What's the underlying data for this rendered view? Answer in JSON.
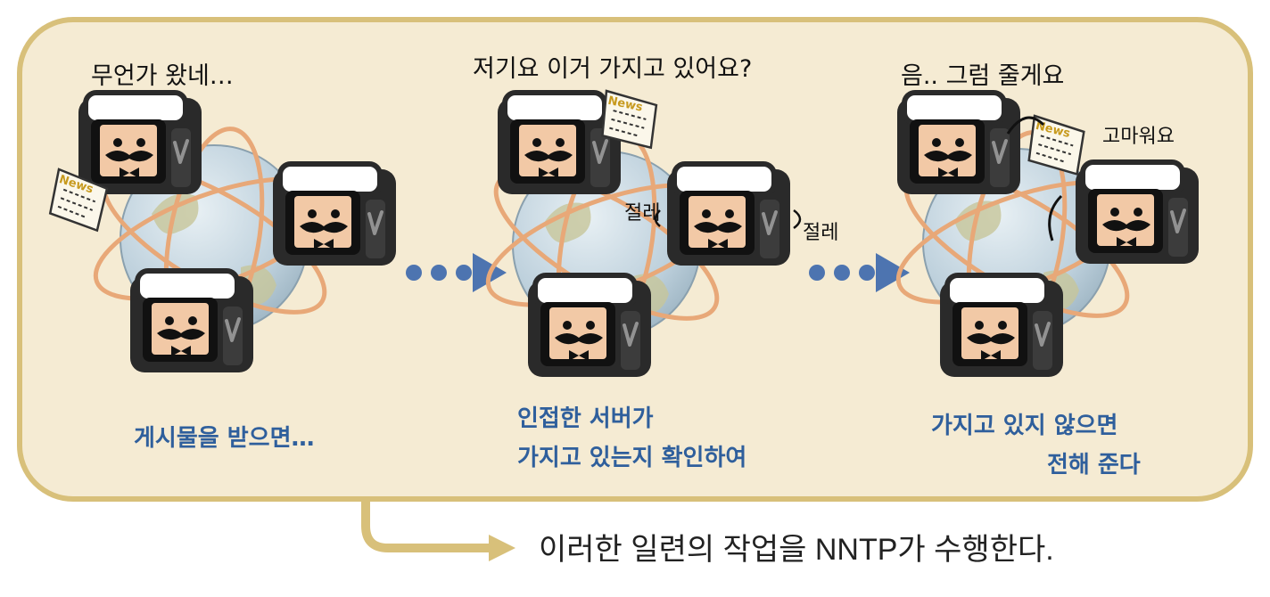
{
  "colors": {
    "panel_fill": "#f5ebd3",
    "panel_border": "#d8c07a",
    "arrow_blue": "#4d74b0",
    "caption_blue": "#2f5f9c",
    "connector_gold": "#d8c07a"
  },
  "icons": [
    "server-mascot-icon",
    "globe-icon",
    "news-paper-icon",
    "triangle-arrow-icon"
  ],
  "panels": [
    {
      "speech": "무언가 왔네…",
      "caption_lines": [
        "게시물을 받으면…"
      ],
      "news_label": "News"
    },
    {
      "speech": "저기요 이거 가지고 있어요?",
      "shake_left": "절레",
      "shake_right": "절레",
      "caption_lines": [
        "인접한 서버가",
        "가지고 있는지 확인하여"
      ],
      "news_label": "News"
    },
    {
      "speech": "음.. 그럼 줄게요",
      "thanks": "고마워요",
      "caption_lines": [
        "가지고 있지 않으면",
        "전해 준다"
      ],
      "news_label": "News"
    }
  ],
  "footer": "이러한 일련의 작업을 NNTP가 수행한다."
}
